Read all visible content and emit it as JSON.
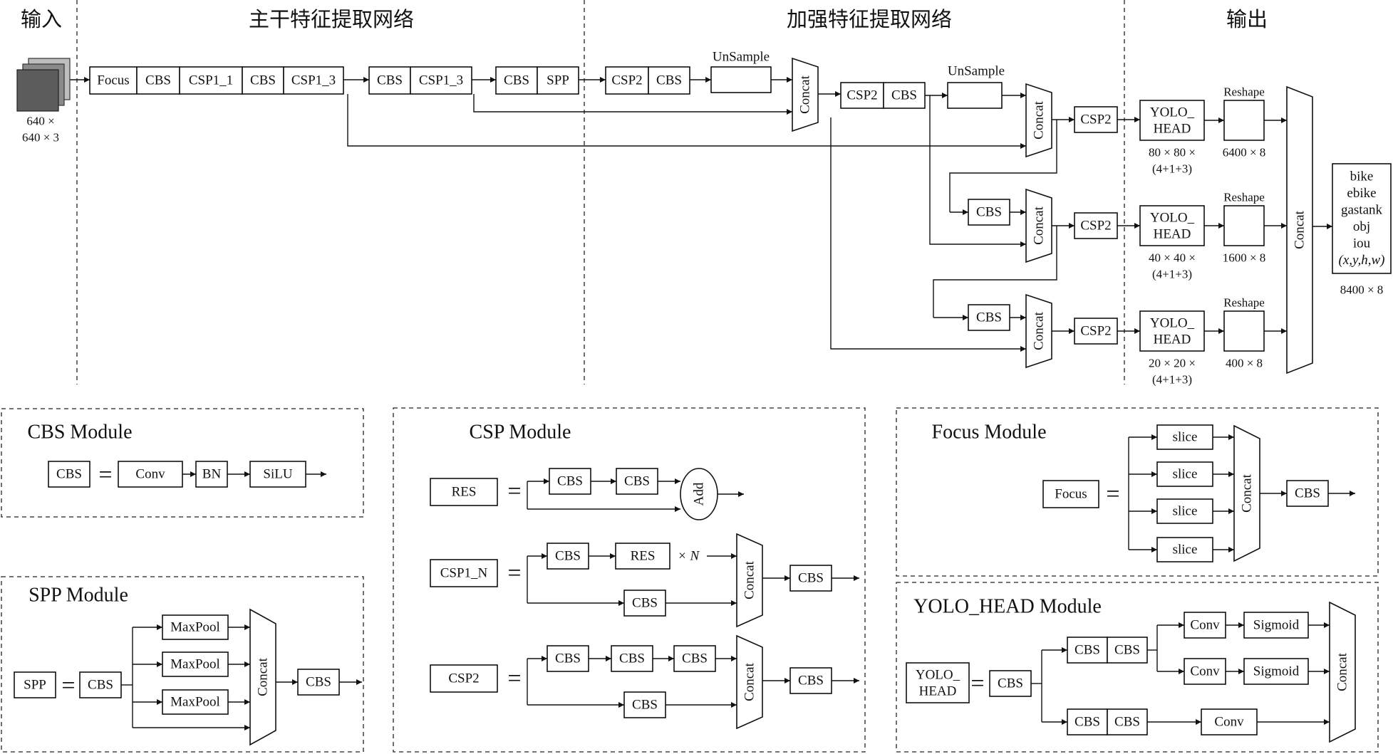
{
  "sections": {
    "input": "输入",
    "backbone": "主干特征提取网络",
    "neck": "加强特征提取网络",
    "output": "输出"
  },
  "input_size": [
    "640 ×",
    "640 × 3"
  ],
  "blocks": {
    "focus": "Focus",
    "cbs": "CBS",
    "csp1_1": "CSP1_1",
    "csp1_3": "CSP1_3",
    "spp": "SPP",
    "csp2": "CSP2",
    "upsample": "UnSample",
    "concat": "Concat",
    "yolo_head": [
      "YOLO_",
      "HEAD"
    ],
    "reshape": "Reshape"
  },
  "head_dims": [
    [
      "80 × 80 ×",
      "(4+1+3)"
    ],
    [
      "40 × 40 ×",
      "(4+1+3)"
    ],
    [
      "20 × 20 ×",
      "(4+1+3)"
    ]
  ],
  "reshape_dims": [
    "6400 × 8",
    "1600 × 8",
    "400 × 8"
  ],
  "output_classes": [
    "bike",
    "ebike",
    "gastank",
    "obj",
    "iou",
    "(x,y,h,w)"
  ],
  "output_dim": "8400 × 8",
  "modules": {
    "cbs": {
      "title": "CBS Module",
      "parts": [
        "Conv",
        "BN",
        "SiLU"
      ]
    },
    "spp": {
      "title": "SPP Module",
      "pool": "MaxPool"
    },
    "csp": {
      "title": "CSP Module",
      "res": "RES",
      "add": "Add",
      "csp1_n": "CSP1_N",
      "times_n": "× N",
      "csp2": "CSP2"
    },
    "focus": {
      "title": "Focus Module",
      "slice": "slice"
    },
    "yolo_head": {
      "title": "YOLO_HEAD Module",
      "conv": "Conv",
      "sigmoid": "Sigmoid"
    }
  },
  "equals": "="
}
